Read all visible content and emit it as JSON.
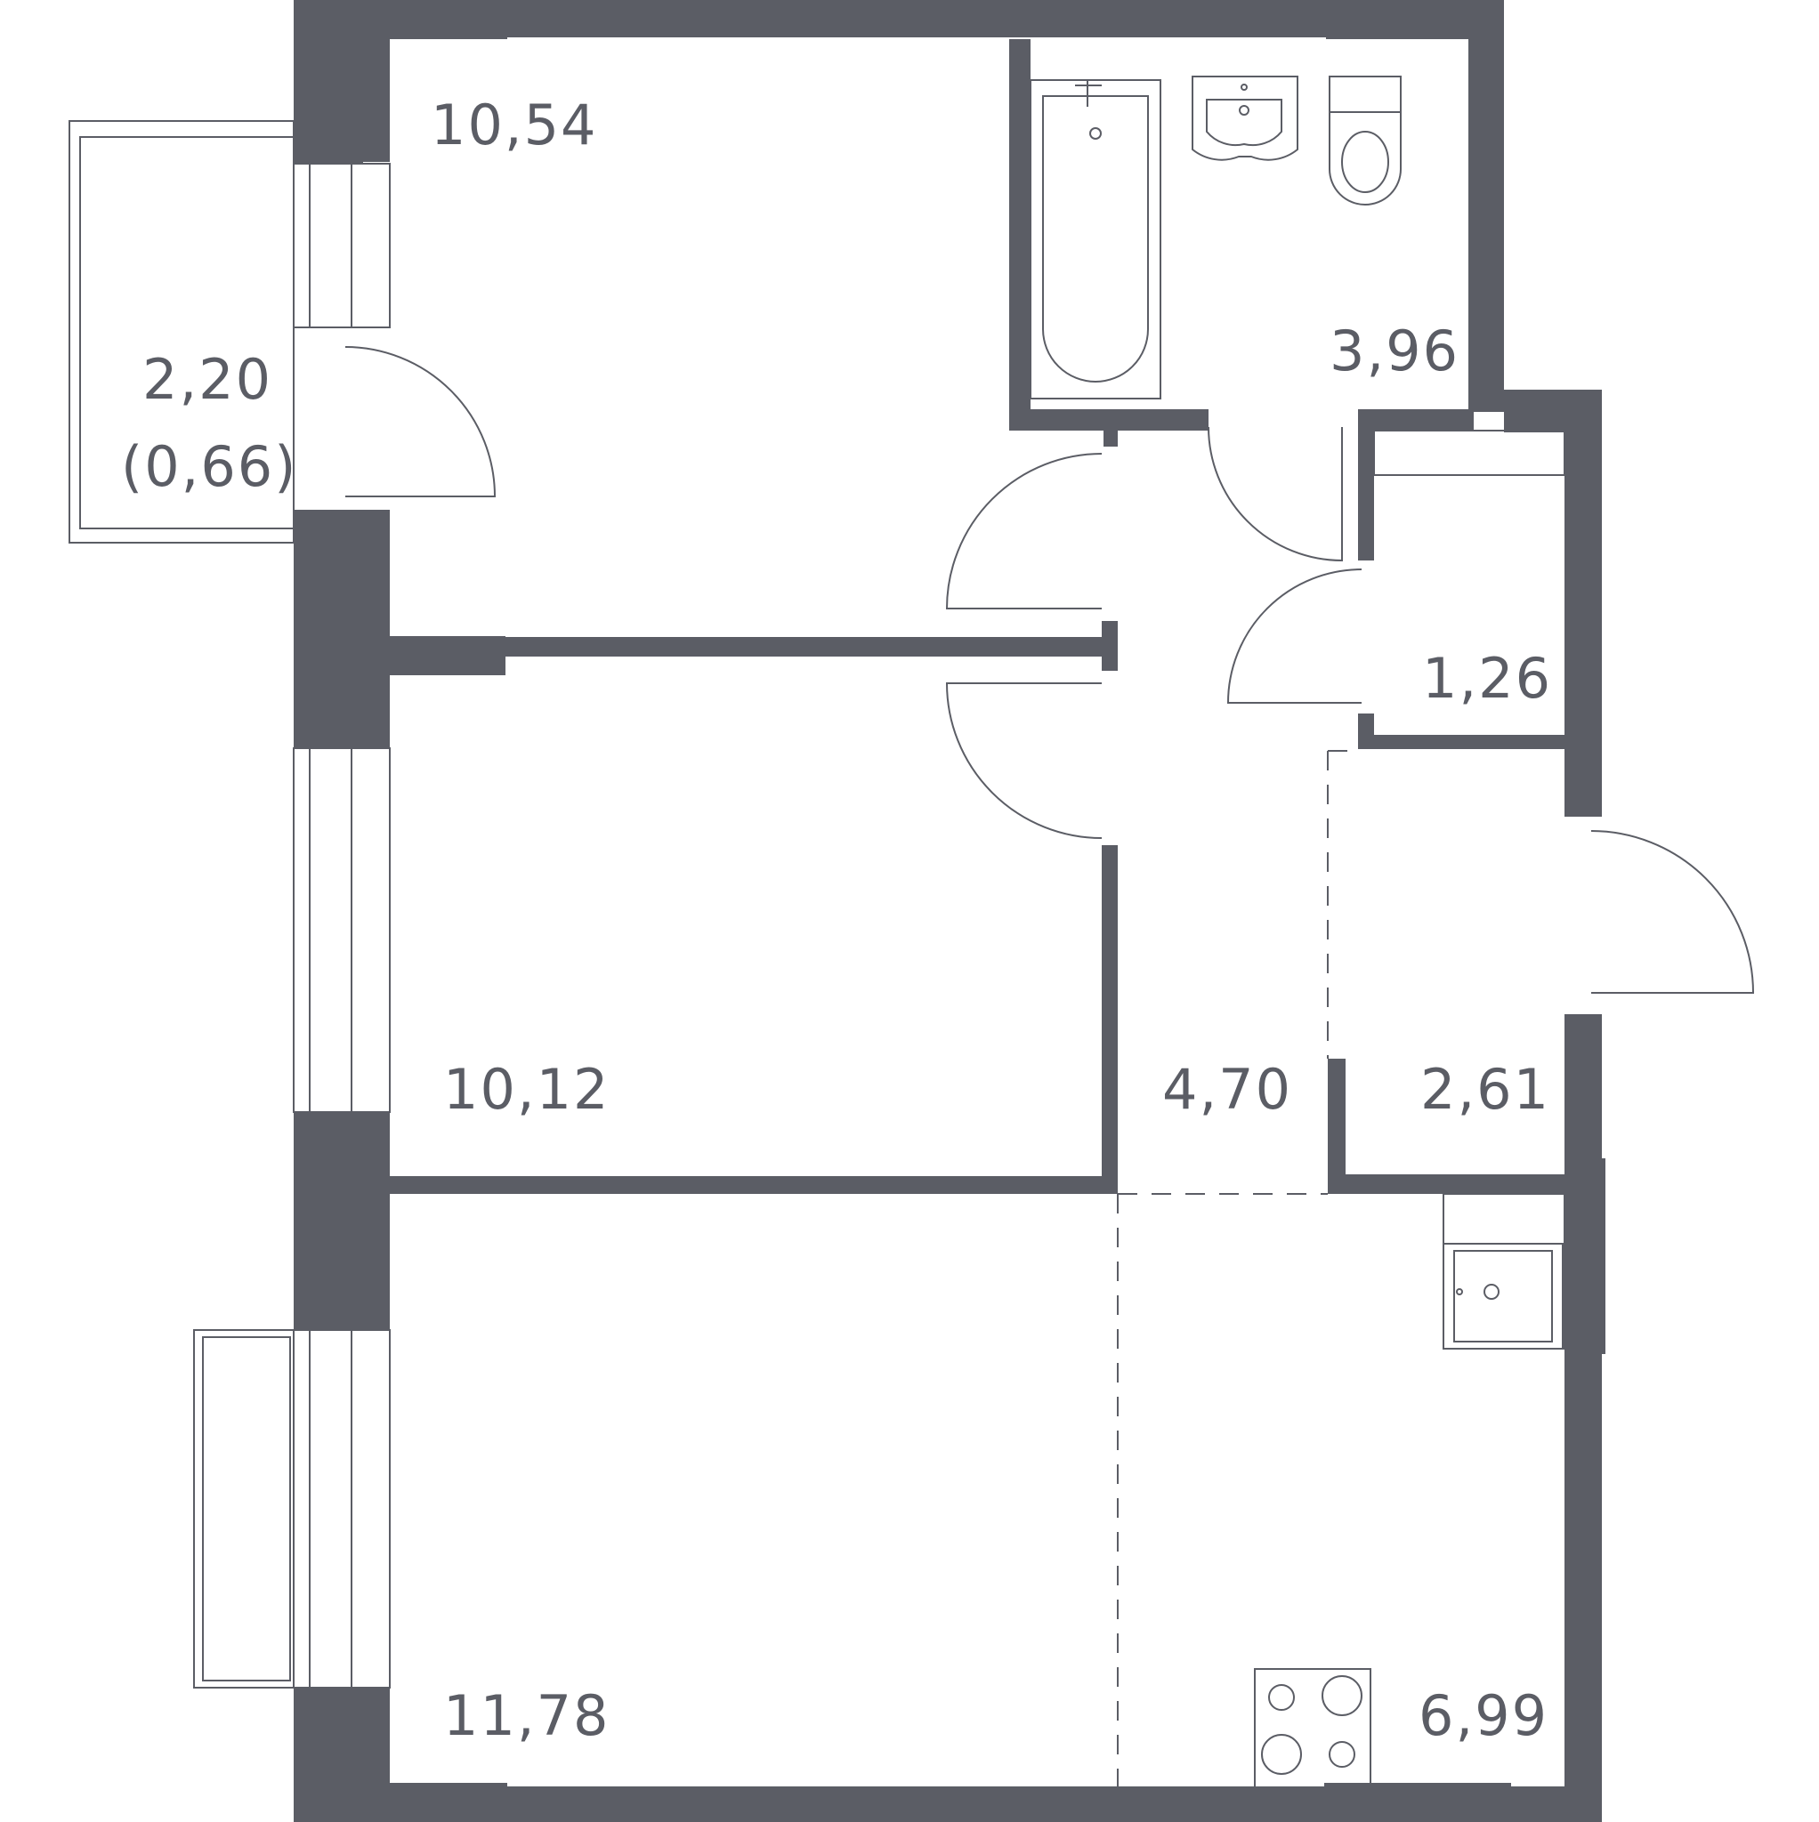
{
  "colors": {
    "wall": "#5b5d65",
    "background": "#ffffff"
  },
  "rooms": [
    {
      "id": "room-top-left",
      "area": "10,54"
    },
    {
      "id": "bathroom",
      "area": "3,96"
    },
    {
      "id": "balcony",
      "area": "2,20",
      "area_reduced": "(0,66)"
    },
    {
      "id": "storage",
      "area": "1,26"
    },
    {
      "id": "room-middle",
      "area": "10,12"
    },
    {
      "id": "hallway",
      "area": "4,70"
    },
    {
      "id": "entry",
      "area": "2,61"
    },
    {
      "id": "room-bottom",
      "area": "11,78"
    },
    {
      "id": "kitchen",
      "area": "6,99"
    }
  ],
  "fixtures": [
    "bathtub-icon",
    "washbasin-icon",
    "toilet-icon",
    "kitchen-sink-icon",
    "cooktop-icon"
  ]
}
